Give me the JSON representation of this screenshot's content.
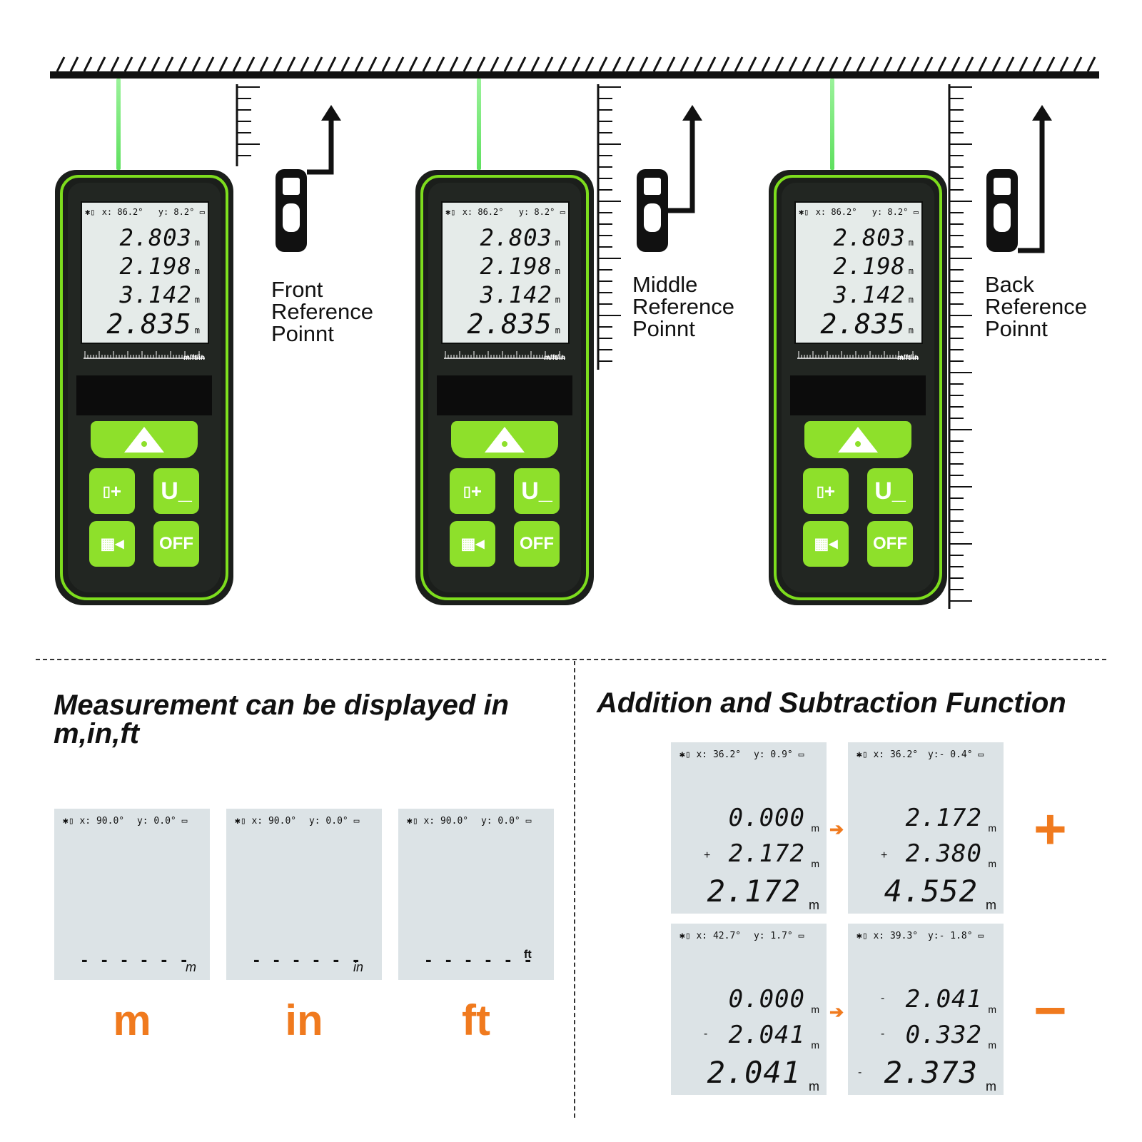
{
  "references": [
    {
      "lines": [
        "Front",
        "Reference",
        "Poinnt"
      ]
    },
    {
      "lines": [
        "Middle",
        "Reference",
        "Poinnt"
      ]
    },
    {
      "lines": [
        "Back",
        "Reference",
        "Poinnt"
      ]
    }
  ],
  "device_display": {
    "x_angle": "x: 86.2°",
    "y_angle": "y: 8.2°",
    "line1": "2.803",
    "line2": "2.198",
    "line3": "3.142",
    "line4": "2.835",
    "unit": "m",
    "scale_label": "m/ft/in"
  },
  "device_buttons": {
    "off_label": "OFF",
    "unit_label": "U_",
    "plus_label": "+"
  },
  "units_section": {
    "title_line1": "Measurement can be displayed in",
    "title_line2": "m,in,ft",
    "screens": [
      {
        "x": "x: 90.0°",
        "y": "y: 0.0°",
        "dashes": "- - - - - -",
        "unit": "m",
        "big": "m"
      },
      {
        "x": "x: 90.0°",
        "y": "y: 0.0°",
        "dashes": "- - - - - -",
        "unit": "in",
        "big": "in"
      },
      {
        "x": "x: 90.0°",
        "y": "y: 0.0°",
        "dashes": "- - - - - -",
        "unit": "ft",
        "big": "ft"
      }
    ]
  },
  "calc_section": {
    "title": "Addition and Subtraction Function",
    "add_operator": "+",
    "sub_operator": "−",
    "arrow": "➔",
    "screens": [
      {
        "x": "x: 36.2°",
        "y": "y: 0.9°",
        "l1": "0.000",
        "s2": "+",
        "l2": "2.172",
        "l3": "2.172",
        "u": "m"
      },
      {
        "x": "x: 36.2°",
        "y": "y:- 0.4°",
        "l1": "2.172",
        "s2": "+",
        "l2": "2.380",
        "l3": "4.552",
        "u": "m"
      },
      {
        "x": "x: 42.7°",
        "y": "y: 1.7°",
        "l1": "0.000",
        "s2": "-",
        "l2": "2.041",
        "l3": "2.041",
        "u": "m"
      },
      {
        "x": "x: 39.3°",
        "y": "y:- 1.8°",
        "s1": "-",
        "l1": "2.041",
        "s2": "-",
        "l2": "0.332",
        "s3": "-",
        "l3": "2.373",
        "u": "m"
      }
    ]
  }
}
